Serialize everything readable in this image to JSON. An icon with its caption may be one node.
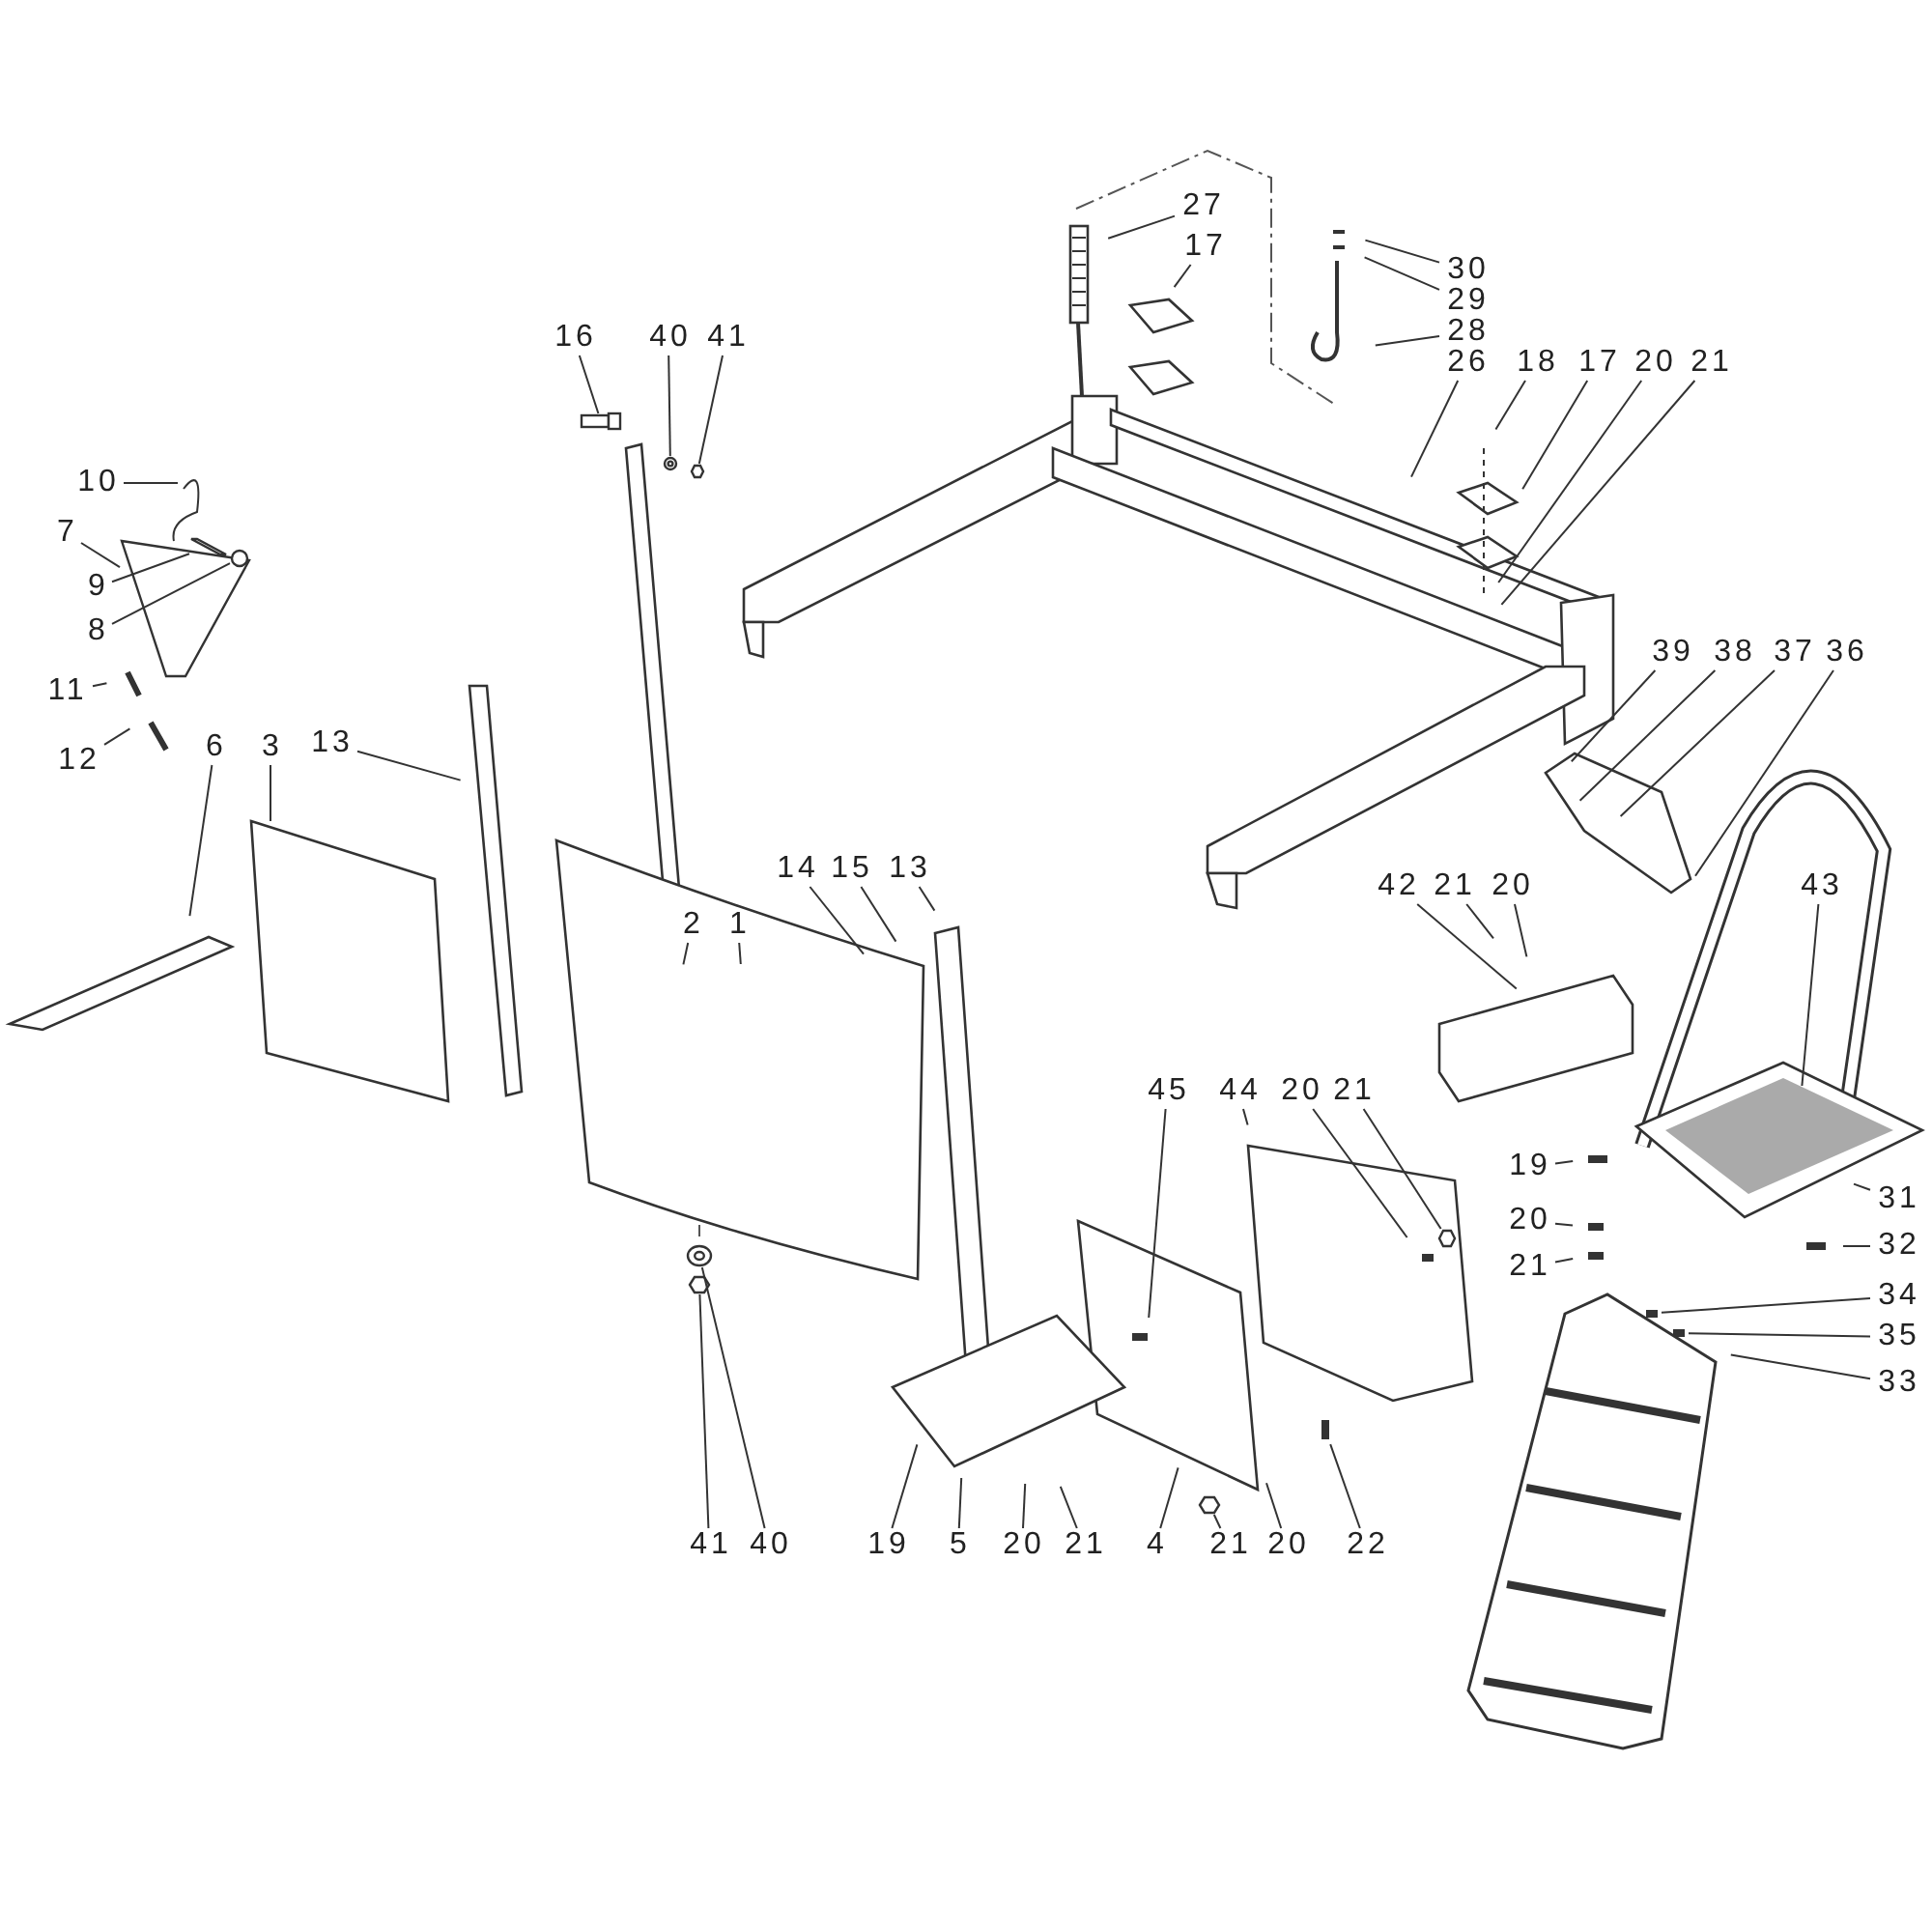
{
  "diagram": {
    "nodes": [
      {
        "text": [
          "27"
        ]
      },
      {
        "text": [
          "17"
        ]
      },
      {
        "text": [
          "30"
        ]
      },
      {
        "text": [
          "29"
        ]
      },
      {
        "text": [
          "28"
        ]
      },
      {
        "text": [
          "26"
        ]
      },
      {
        "text": [
          "18"
        ]
      },
      {
        "text": [
          "17"
        ]
      },
      {
        "text": [
          "20"
        ]
      },
      {
        "text": [
          "21"
        ]
      },
      {
        "text": [
          "16"
        ]
      },
      {
        "text": [
          "40"
        ]
      },
      {
        "text": [
          "41"
        ]
      },
      {
        "text": [
          "10"
        ]
      },
      {
        "text": [
          "7"
        ]
      },
      {
        "text": [
          "9"
        ]
      },
      {
        "text": [
          "8"
        ]
      },
      {
        "text": [
          "11"
        ]
      },
      {
        "text": [
          "12"
        ]
      },
      {
        "text": [
          "13"
        ]
      },
      {
        "text": [
          "6"
        ]
      },
      {
        "text": [
          "3"
        ]
      },
      {
        "text": [
          "2"
        ]
      },
      {
        "text": [
          "1"
        ]
      },
      {
        "text": [
          "14"
        ]
      },
      {
        "text": [
          "15"
        ]
      },
      {
        "text": [
          "13"
        ]
      },
      {
        "text": [
          "39"
        ]
      },
      {
        "text": [
          "38"
        ]
      },
      {
        "text": [
          "37"
        ]
      },
      {
        "text": [
          "36"
        ]
      },
      {
        "text": [
          "21"
        ]
      },
      {
        "text": [
          "20"
        ]
      },
      {
        "text": [
          "42"
        ]
      },
      {
        "text": [
          "43"
        ]
      },
      {
        "text": [
          "45"
        ]
      },
      {
        "text": [
          "44"
        ]
      },
      {
        "text": [
          "20"
        ]
      },
      {
        "text": [
          "21"
        ]
      },
      {
        "text": [
          "19"
        ]
      },
      {
        "text": [
          "20"
        ]
      },
      {
        "text": [
          "21"
        ]
      },
      {
        "text": [
          "31"
        ]
      },
      {
        "text": [
          "32"
        ]
      },
      {
        "text": [
          "34"
        ]
      },
      {
        "text": [
          "35"
        ]
      },
      {
        "text": [
          "33"
        ]
      },
      {
        "text": [
          "41"
        ]
      },
      {
        "text": [
          "40"
        ]
      },
      {
        "text": [
          "19"
        ]
      },
      {
        "text": [
          "5"
        ]
      },
      {
        "text": [
          "20"
        ]
      },
      {
        "text": [
          "21"
        ]
      },
      {
        "text": [
          "4"
        ]
      },
      {
        "text": [
          "21"
        ]
      },
      {
        "text": [
          "20"
        ]
      },
      {
        "text": [
          "22"
        ]
      },
      {
        "text": [],
        "shape": "bolt"
      },
      {
        "text": [],
        "shape": "washer"
      },
      {
        "text": [],
        "shape": "nut"
      },
      {
        "text": [],
        "shape": "washer"
      },
      {
        "text": [],
        "shape": "nut"
      },
      {
        "text": [],
        "shape": "nut"
      },
      {
        "text": [],
        "shape": "nut"
      },
      {
        "text": [],
        "shape": "plate"
      },
      {
        "text": [],
        "shape": "lever"
      },
      {
        "text": [],
        "shape": "pin"
      }
    ],
    "edges": [
      {
        "from": 0,
        "to": null,
        "arrow": "none"
      },
      {
        "from": 1,
        "to": null,
        "arrow": "none"
      },
      {
        "from": 2,
        "to": null,
        "arrow": "none"
      },
      {
        "from": 3,
        "to": null,
        "arrow": "none"
      },
      {
        "from": 4,
        "to": null,
        "arrow": "none"
      },
      {
        "from": 5,
        "to": null,
        "arrow": "none"
      },
      {
        "from": 6,
        "to": null,
        "arrow": "none"
      },
      {
        "from": 7,
        "to": null,
        "arrow": "none"
      },
      {
        "from": 8,
        "to": null,
        "arrow": "none"
      },
      {
        "from": 9,
        "to": null,
        "arrow": "none"
      },
      {
        "from": 10,
        "to": 57,
        "arrow": "none"
      },
      {
        "from": 11,
        "to": 58,
        "arrow": "none"
      },
      {
        "from": 12,
        "to": 59,
        "arrow": "none"
      },
      {
        "from": 13,
        "to": null,
        "arrow": "none"
      },
      {
        "from": 14,
        "to": 64,
        "arrow": "none"
      },
      {
        "from": 15,
        "to": 65,
        "arrow": "none"
      },
      {
        "from": 16,
        "to": 66,
        "arrow": "none"
      },
      {
        "from": 17,
        "to": null,
        "arrow": "none"
      },
      {
        "from": 18,
        "to": null,
        "arrow": "none"
      },
      {
        "from": 19,
        "to": null,
        "arrow": "none"
      },
      {
        "from": 20,
        "to": null,
        "arrow": "none"
      },
      {
        "from": 21,
        "to": null,
        "arrow": "none"
      },
      {
        "from": 22,
        "to": null,
        "arrow": "none"
      },
      {
        "from": 23,
        "to": null,
        "arrow": "none"
      },
      {
        "from": 24,
        "to": null,
        "arrow": "none"
      },
      {
        "from": 25,
        "to": null,
        "arrow": "none"
      },
      {
        "from": 26,
        "to": null,
        "arrow": "none"
      },
      {
        "from": 27,
        "to": null,
        "arrow": "none"
      },
      {
        "from": 28,
        "to": null,
        "arrow": "none"
      },
      {
        "from": 29,
        "to": null,
        "arrow": "none"
      },
      {
        "from": 30,
        "to": null,
        "arrow": "none"
      },
      {
        "from": 31,
        "to": null,
        "arrow": "none"
      },
      {
        "from": 32,
        "to": null,
        "arrow": "none"
      },
      {
        "from": 33,
        "to": null,
        "arrow": "none"
      },
      {
        "from": 34,
        "to": null,
        "arrow": "none"
      },
      {
        "from": 35,
        "to": null,
        "arrow": "none"
      },
      {
        "from": 36,
        "to": null,
        "arrow": "none"
      },
      {
        "from": 37,
        "to": null,
        "arrow": "none"
      },
      {
        "from": 38,
        "to": 62,
        "arrow": "none"
      },
      {
        "from": 39,
        "to": null,
        "arrow": "none"
      },
      {
        "from": 40,
        "to": null,
        "arrow": "none"
      },
      {
        "from": 41,
        "to": null,
        "arrow": "none"
      },
      {
        "from": 42,
        "to": null,
        "arrow": "none"
      },
      {
        "from": 43,
        "to": null,
        "arrow": "none"
      },
      {
        "from": 44,
        "to": null,
        "arrow": "none"
      },
      {
        "from": 45,
        "to": null,
        "arrow": "none"
      },
      {
        "from": 46,
        "to": null,
        "arrow": "none"
      },
      {
        "from": 47,
        "to": 61,
        "arrow": "none"
      },
      {
        "from": 48,
        "to": 60,
        "arrow": "none"
      },
      {
        "from": 49,
        "to": null,
        "arrow": "none"
      },
      {
        "from": 50,
        "to": null,
        "arrow": "none"
      },
      {
        "from": 51,
        "to": null,
        "arrow": "none"
      },
      {
        "from": 52,
        "to": null,
        "arrow": "none"
      },
      {
        "from": 53,
        "to": null,
        "arrow": "none"
      },
      {
        "from": 54,
        "to": 63,
        "arrow": "none"
      },
      {
        "from": 55,
        "to": null,
        "arrow": "none"
      },
      {
        "from": 56,
        "to": null,
        "arrow": "none"
      }
    ]
  }
}
